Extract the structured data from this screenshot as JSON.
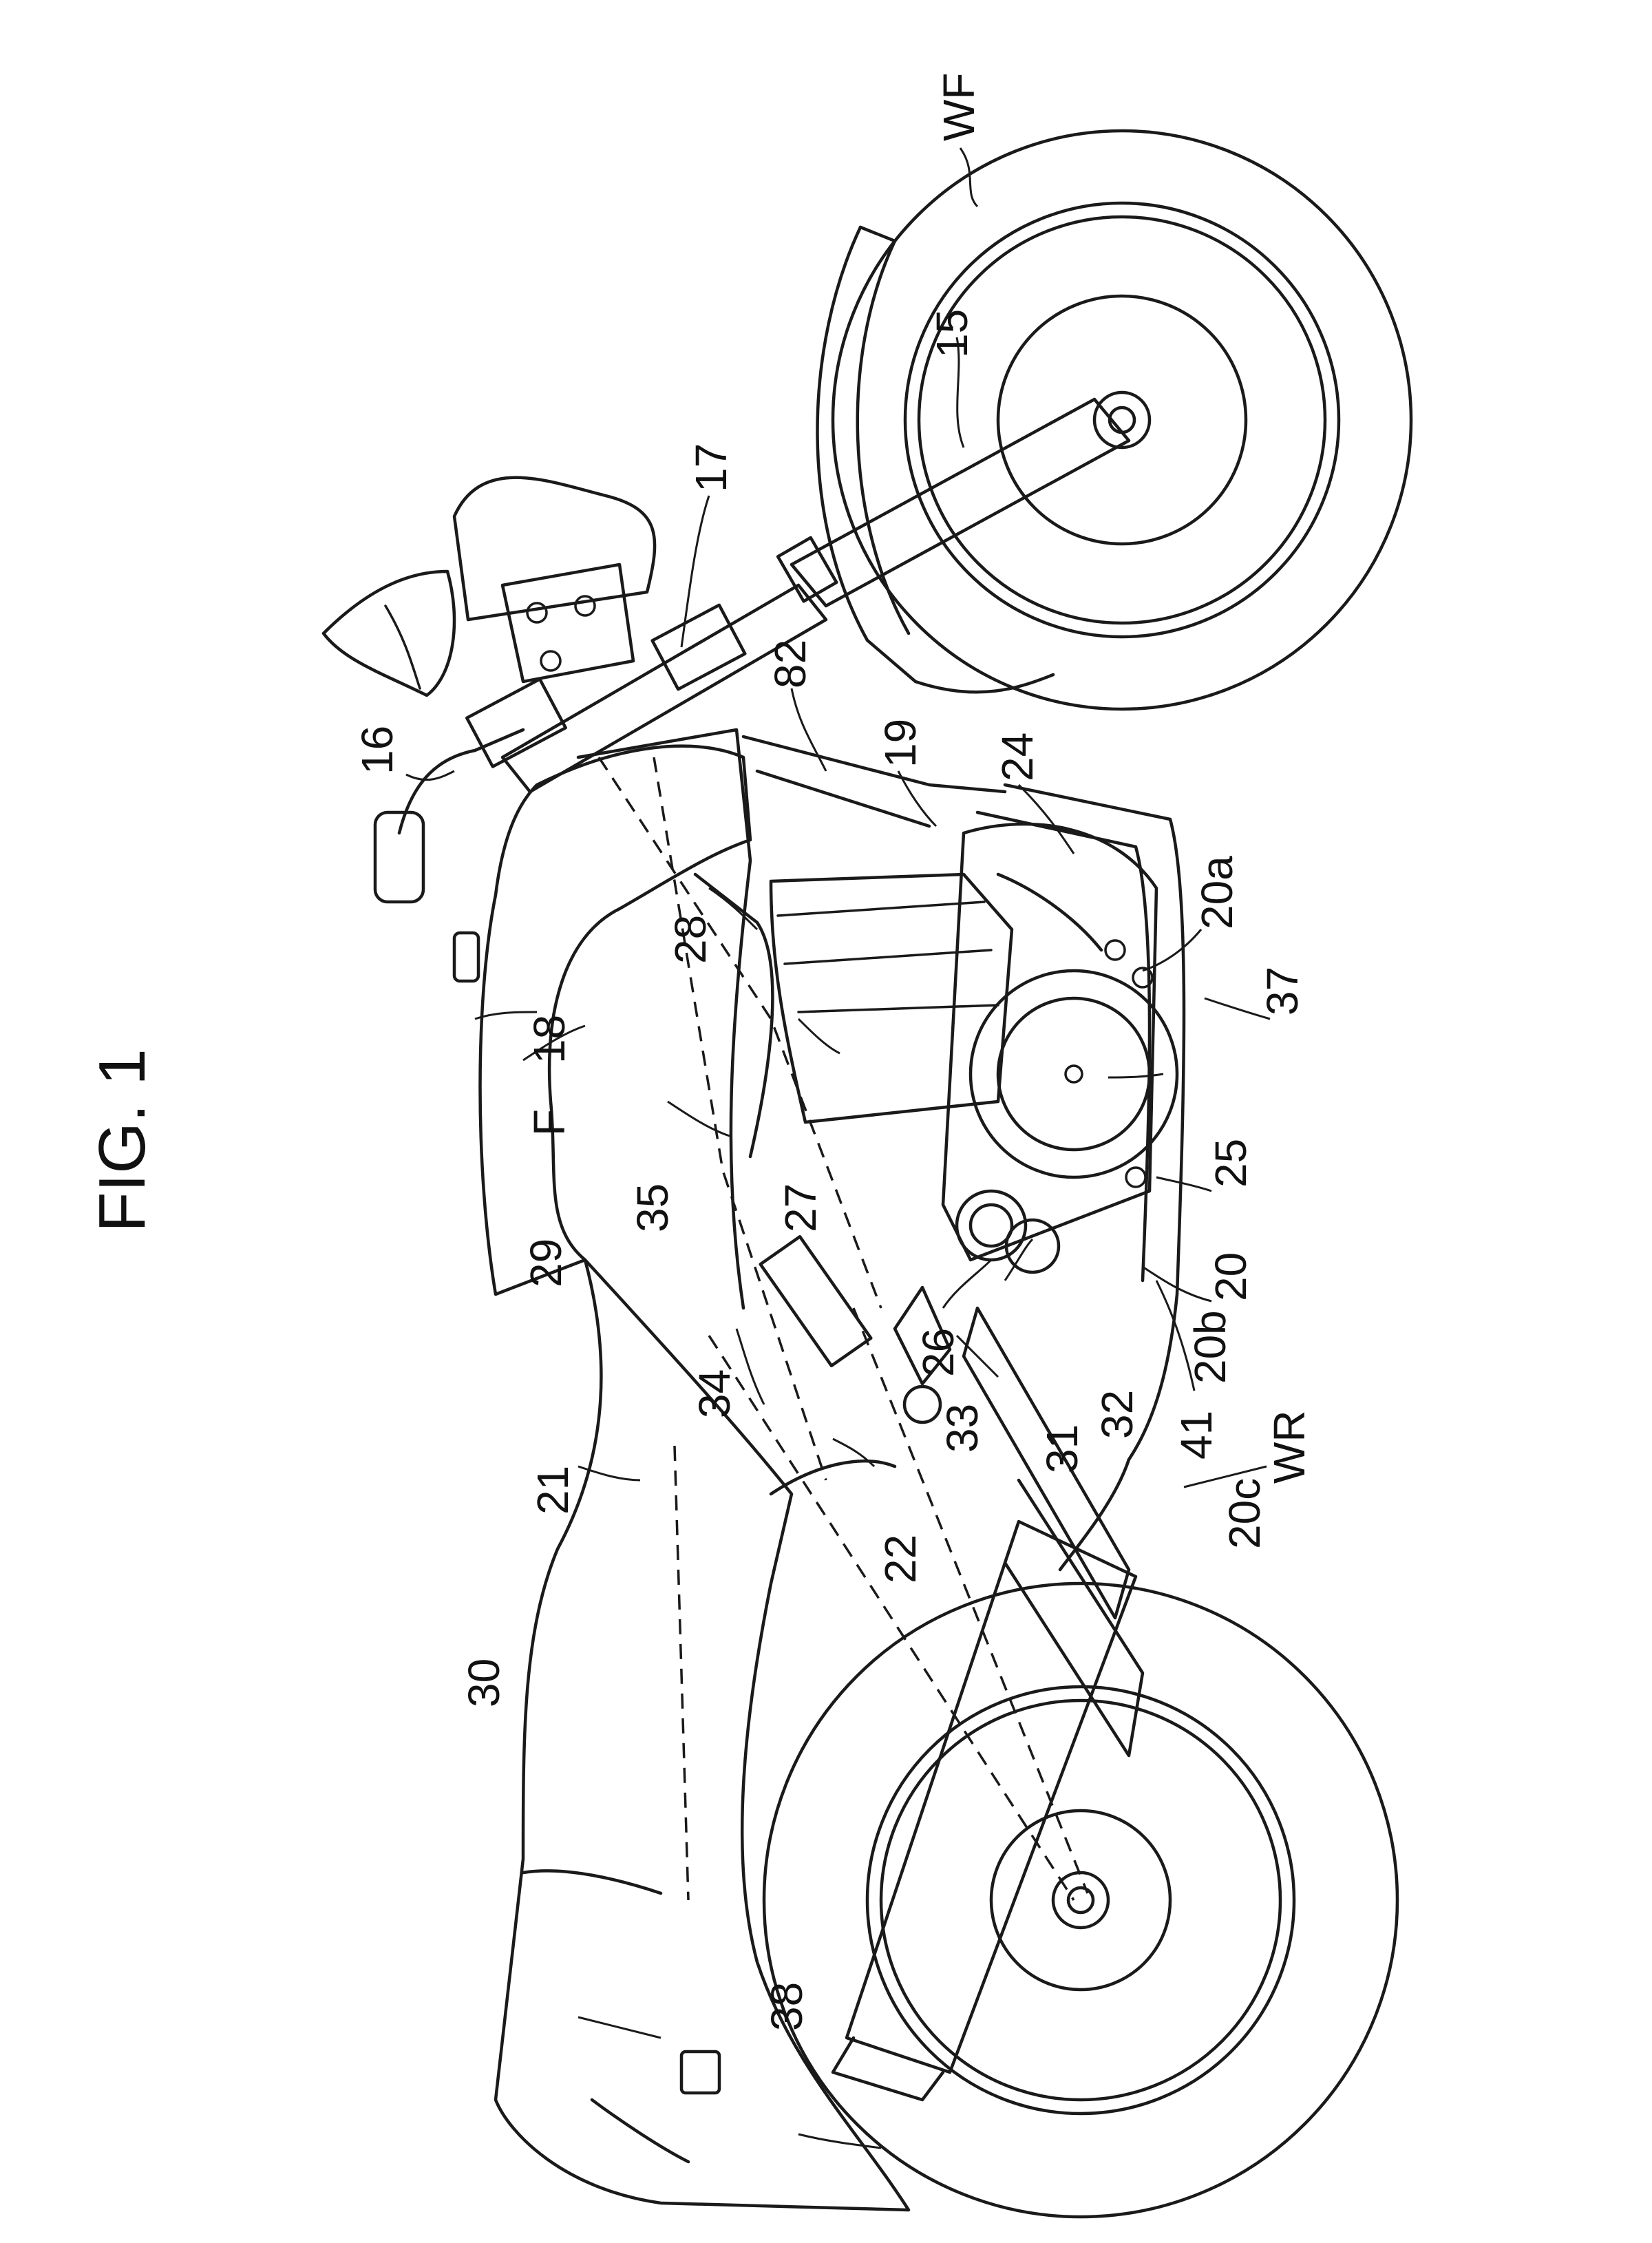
{
  "figure": {
    "title": "FIG. 1"
  },
  "callouts": {
    "WF": "WF",
    "WR": "WR",
    "F": "F",
    "r15": "15",
    "r16": "16",
    "r17": "17",
    "r18": "18",
    "r19": "19",
    "r20": "20",
    "r20a": "20a",
    "r20b": "20b",
    "r20c": "20c",
    "r21": "21",
    "r22": "22",
    "r24": "24",
    "r25": "25",
    "r26": "26",
    "r27": "27",
    "r28": "28",
    "r29": "29",
    "r30": "30",
    "r31": "31",
    "r32": "32",
    "r33": "33",
    "r34": "34",
    "r35": "35",
    "r37": "37",
    "r38": "38",
    "r41": "41",
    "r82": "82"
  }
}
